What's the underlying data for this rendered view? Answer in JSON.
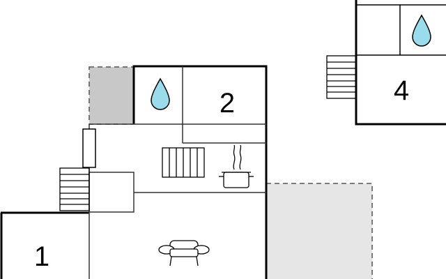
{
  "floorplan": {
    "rooms": [
      {
        "id": "room-1",
        "label": "1"
      },
      {
        "id": "room-2",
        "label": "2"
      },
      {
        "id": "room-4",
        "label": "4"
      }
    ],
    "fixtures": [
      "bathroom-drop-icon",
      "bathroom-drop-icon",
      "stairs-icon",
      "radiator-icon",
      "cooking-pot-icon",
      "sofa-icon"
    ],
    "colors": {
      "wall": "#000000",
      "thin_wall": "#333333",
      "terrace_dark": "#c8c8c8",
      "terrace_light": "#e6e6e6",
      "water_drop": "#9bdcec"
    }
  }
}
